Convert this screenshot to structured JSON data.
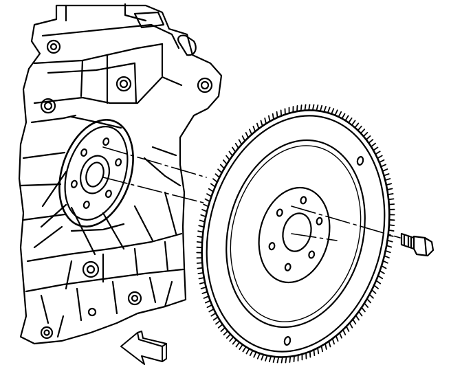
{
  "figure": {
    "kind": "exploded-view line illustration",
    "parts": [
      "engine-block",
      "crankshaft-flange",
      "flywheel",
      "flywheel-bolt"
    ],
    "ring_gear_teeth": 150,
    "flange_bolt_holes": 6,
    "flywheel_bolt_holes": 6,
    "colors": {
      "line": "#000000",
      "background": "#ffffff"
    },
    "icons": [
      "direction-arrow-icon"
    ]
  }
}
